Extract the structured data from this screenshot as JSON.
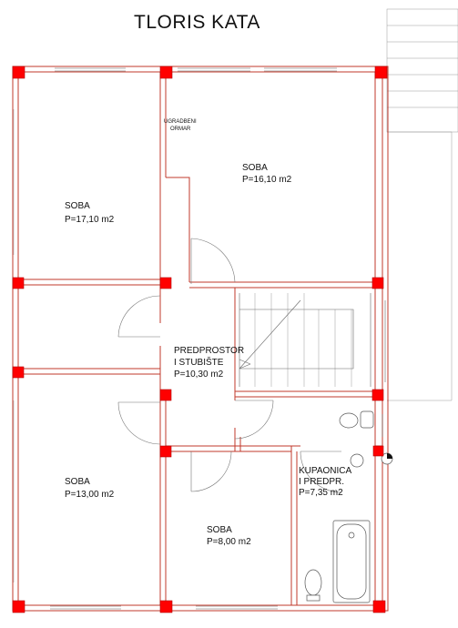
{
  "title": "TLORIS KATA",
  "rooms": [
    {
      "name": "SOBA",
      "area": "P=17,10 m2"
    },
    {
      "name": "SOBA",
      "area": "P=16,10 m2"
    },
    {
      "name": "PREDPROSTOR",
      "name2": "I STUBIŠTE",
      "area": "P=10,30 m2"
    },
    {
      "name": "SOBA",
      "area": "P=13,00 m2"
    },
    {
      "name": "SOBA",
      "area": "P=8,00 m2"
    },
    {
      "name": "KUPAONICA",
      "name2": "I PREDPR.",
      "area": "P=7,35 m2"
    }
  ],
  "notes": {
    "wardrobe_1": "UGRADBENI",
    "wardrobe_2": "ORMAR"
  },
  "colors": {
    "walls": "#c0392b",
    "columns": "#ff0000",
    "lines": "#666666"
  }
}
